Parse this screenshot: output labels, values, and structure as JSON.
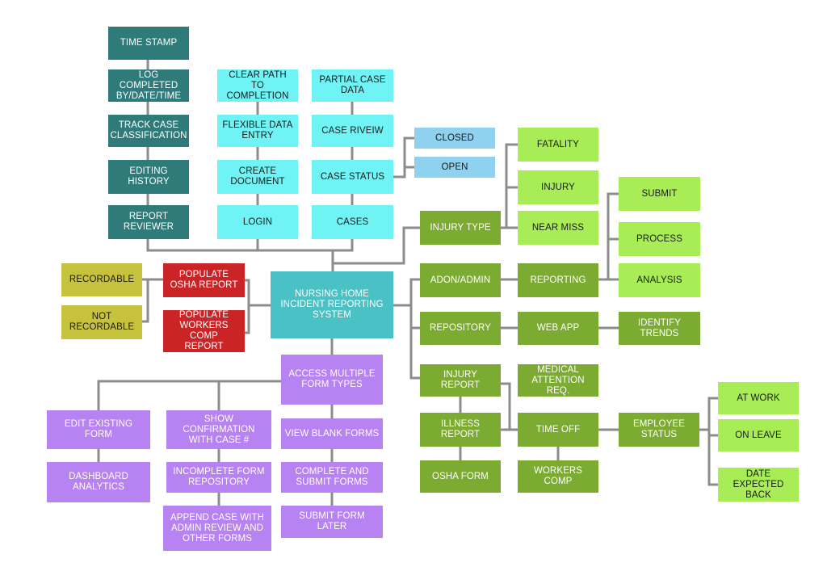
{
  "palette": {
    "teal": "#2f7b7a",
    "cyan": "#6ff3f4",
    "sky": "#8fd2ef",
    "center": "#49c1c5",
    "olive": "#c7c23e",
    "red": "#cb2427",
    "purple": "#b782f2",
    "green": "#7cab32",
    "lime": "#a8ec56",
    "connector": "#8c8c8c"
  },
  "diagram": {
    "center": "NURSING HOME\nINCIDENT REPORTING\nSYSTEM",
    "admin_column": {
      "time_stamp": "TIME STAMP",
      "log_completed": "LOG COMPLETED\nBY/DATE/TIME",
      "track_case": "TRACK CASE\nCLASSIFICATION",
      "editing_history": "EDITING\nHISTORY",
      "report_reviewer": "REPORT\nREVIEWER"
    },
    "entry_column": {
      "clear_path": "CLEAR PATH\nTO COMPLETION",
      "flexible_entry": "FLEXIBLE DATA\nENTRY",
      "create_document": "CREATE\nDOCUMENT",
      "login": "LOGIN"
    },
    "case_column": {
      "partial_case": "PARTIAL CASE\nDATA",
      "case_review": "CASE RIVEIW",
      "case_status": "CASE STATUS",
      "cases": "CASES",
      "closed": "CLOSED",
      "open": "OPEN"
    },
    "osha": {
      "recordable": "RECORDABLE",
      "not_recordable": "NOT\nRECORDABLE",
      "populate_osha": "POPULATE\nOSHA REPORT",
      "populate_workers_comp": "POPULATE\nWORKERS COMP\nREPORT"
    },
    "forms": {
      "access_multiple": "ACCESS MULTIPLE\nFORM TYPES",
      "edit_existing": "EDIT EXISTING\nFORM",
      "dashboard_analytics": "DASHBOARD\nANALYTICS",
      "show_confirmation": "SHOW\nCONFIRMATION\nWITH CASE #",
      "incomplete_repo": "INCOMPLETE FORM\nREPOSITORY",
      "append_case": "APPEND CASE WITH\nADMIN REVIEW AND\nOTHER FORMS",
      "view_blank": "VIEW BLANK FORMS",
      "complete_submit": "COMPLETE AND\nSUBMIT FORMS",
      "submit_later": "SUBMIT FORM\nLATER"
    },
    "reporting": {
      "injury_type": "INJURY TYPE",
      "fatality": "FATALITY",
      "injury": "INJURY",
      "near_miss": "NEAR MISS",
      "adon_admin": "ADON/ADMIN",
      "reporting": "REPORTING",
      "submit": "SUBMIT",
      "process": "PROCESS",
      "analysis": "ANALYSIS",
      "repository": "REPOSITORY",
      "web_app": "WEB APP",
      "identify_trends": "IDENTIFY\nTRENDS",
      "injury_report": "INJURY\nREPORT",
      "illness_report": "ILLNESS\nREPORT",
      "osha_form": "OSHA FORM",
      "medical_attention": "MEDICAL\nATTENTION REQ.",
      "time_off": "TIME OFF",
      "workers_comp": "WORKERS\nCOMP",
      "employee_status": "EMPLOYEE\nSTATUS",
      "at_work": "AT WORK",
      "on_leave": "ON LEAVE",
      "date_expected_back": "DATE EXPECTED\nBACK"
    }
  }
}
